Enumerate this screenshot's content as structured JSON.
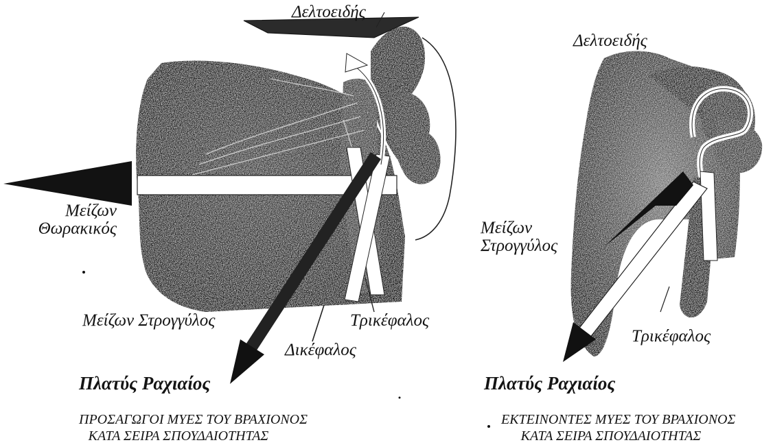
{
  "left_panel": {
    "labels": {
      "deltoid": "Δελτοειδής",
      "pectoralis_major": "Μείζων\nΘωρακικός",
      "teres_major": "Μείζων Στρογγύλος",
      "triceps": "Τρικέφαλος",
      "biceps": "Δικέφαλος",
      "latissimus_dorsi": "Πλατύς Ραχιαίος"
    },
    "caption": {
      "line1": "ΠΡΟΣΑΓΩΓΟΙ ΜΥΕΣ ΤΟΥ ΒΡΑΧΙΟΝΟΣ",
      "line2": "ΚΑΤΑ ΣΕΙΡΑ ΣΠΟΥΔΑΙΟΤΗΤΑΣ"
    }
  },
  "right_panel": {
    "labels": {
      "deltoid": "Δελτοειδής",
      "teres_major": "Μείζων\nΣτρογγύλος",
      "triceps": "Τρικέφαλος",
      "latissimus_dorsi": "Πλατύς Ραχιαίος"
    },
    "caption": {
      "line1": "ΕΚΤΕΙΝΟΝΤΕΣ ΜΥΕΣ ΤΟΥ ΒΡΑΧΙΟΝΟΣ",
      "line2": "ΚΑΤΑ ΣΕΙΡΑ ΣΠΟΥΔΑΙΟΤΗΤΑΣ"
    }
  },
  "colors": {
    "muscle_dark": "#1c1c1c",
    "muscle_mid": "#4a4a4a",
    "muscle_light": "#8a8a8a",
    "arrow_fill": "#ffffff",
    "ink": "#141414"
  }
}
